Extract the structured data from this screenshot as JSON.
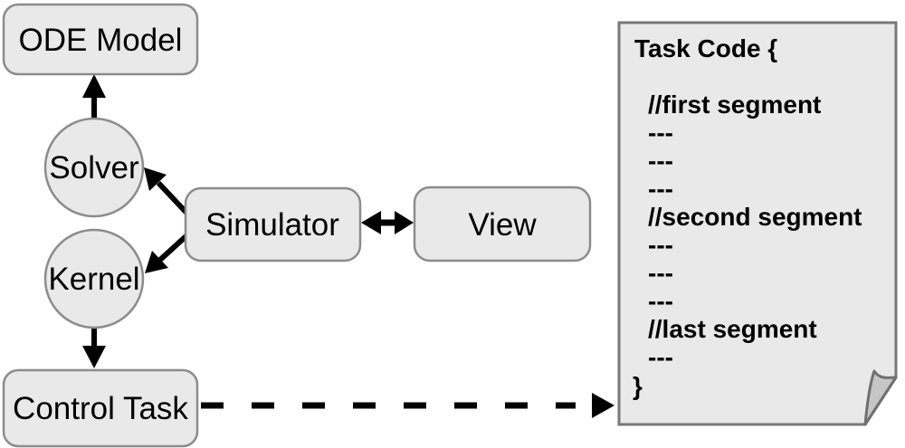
{
  "diagram": {
    "nodes": {
      "ode_model": {
        "label": "ODE Model",
        "shape": "rounded-rect"
      },
      "solver": {
        "label": "Solver",
        "shape": "circle"
      },
      "kernel": {
        "label": "Kernel",
        "shape": "circle"
      },
      "control_task": {
        "label": "Control Task",
        "shape": "rounded-rect"
      },
      "simulator": {
        "label": "Simulator",
        "shape": "rounded-rect"
      },
      "view": {
        "label": "View",
        "shape": "rounded-rect"
      }
    },
    "edges": [
      {
        "from": "solver",
        "to": "ode_model",
        "style": "solid",
        "direction": "one-way"
      },
      {
        "from": "simulator",
        "to": "solver",
        "style": "solid",
        "direction": "one-way"
      },
      {
        "from": "simulator",
        "to": "kernel",
        "style": "solid",
        "direction": "one-way"
      },
      {
        "from": "kernel",
        "to": "control_task",
        "style": "solid",
        "direction": "one-way"
      },
      {
        "from": "simulator",
        "to": "view",
        "style": "solid",
        "direction": "two-way"
      },
      {
        "from": "control_task",
        "to": "task_code_document",
        "style": "dashed",
        "direction": "one-way"
      }
    ],
    "task_code": {
      "lines": [
        "Task Code {",
        "",
        "//first segment",
        "---",
        "---",
        "---",
        "//second segment",
        "---",
        "---",
        "---",
        "//last segment",
        "---",
        "}"
      ]
    },
    "colors": {
      "node_fill": "#e9e9e9",
      "node_border": "#8c8c8c",
      "doc_fill": "#e9e9e9",
      "doc_border": "#787878",
      "fold_fill": "#c6c6c6",
      "fold_border": "#6f6f6f",
      "arrow": "#000000",
      "text": "#000000",
      "background": "#ffffff"
    }
  }
}
